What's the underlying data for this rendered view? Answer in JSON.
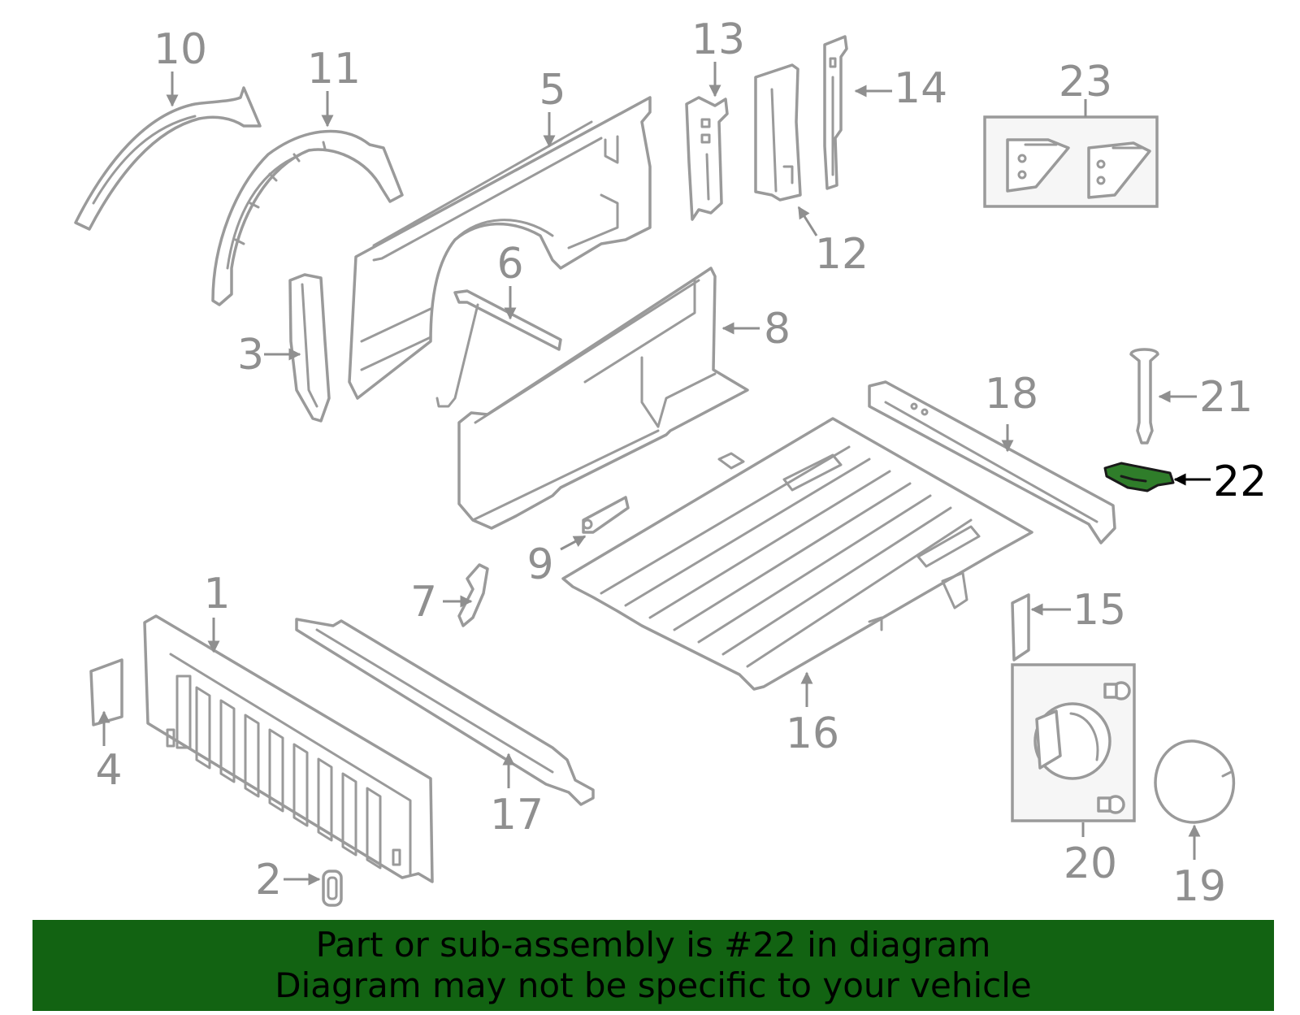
{
  "diagram": {
    "colors": {
      "line": "#9a9a9a",
      "callout": "#8f8f8f",
      "highlight_part": "#2f7d2a",
      "highlight_callout": "#000000",
      "banner_background": "#126312",
      "banner_text": "#000000"
    },
    "callouts": {
      "c1": "1",
      "c2": "2",
      "c3": "3",
      "c4": "4",
      "c5": "5",
      "c6": "6",
      "c7": "7",
      "c8": "8",
      "c9": "9",
      "c10": "10",
      "c11": "11",
      "c12": "12",
      "c13": "13",
      "c14": "14",
      "c15": "15",
      "c16": "16",
      "c17": "17",
      "c18": "18",
      "c19": "19",
      "c20": "20",
      "c21": "21",
      "c22": "22",
      "c23": "23"
    },
    "highlighted_callout": "22"
  },
  "banner": {
    "line1": "Part or sub-assembly is #22 in diagram",
    "line2": "Diagram may not be specific to your vehicle"
  }
}
